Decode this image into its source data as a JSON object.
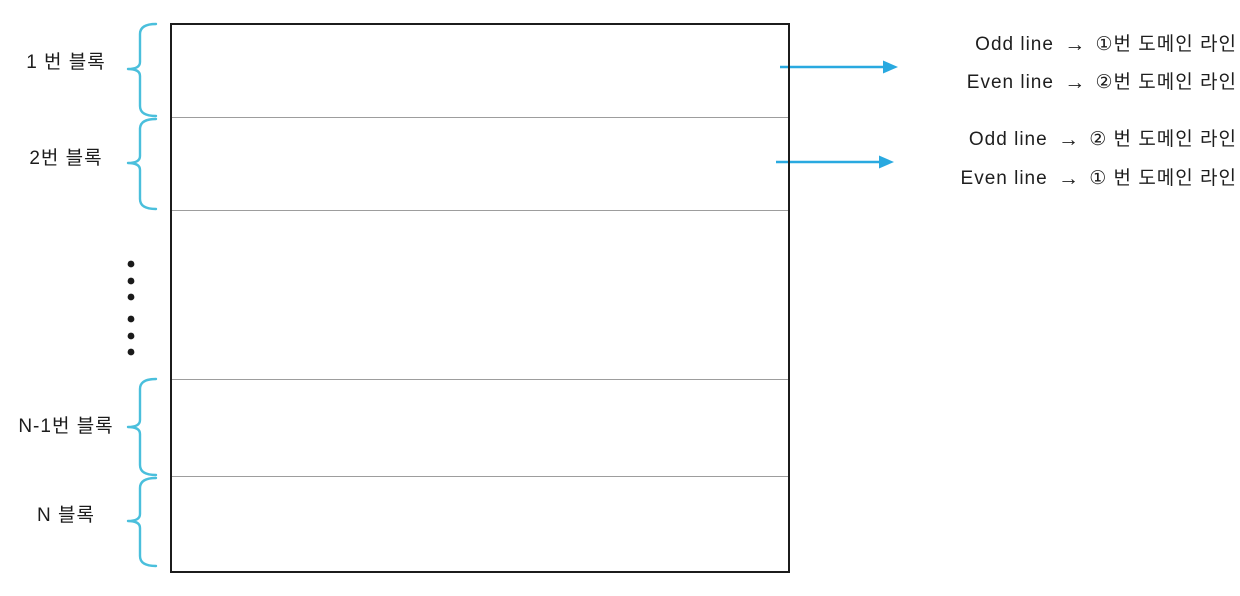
{
  "colors": {
    "brace": "#4abfdc",
    "arrow": "#29a9e0",
    "ink": "#1a1a1a",
    "divider_gray": "#9d9d9d"
  },
  "blocks": {
    "labels": [
      "1 번 블록",
      "2번 블록",
      "N-1번 블록",
      "N 블록"
    ],
    "ellipsis_dot_count": 6
  },
  "annotations": [
    {
      "lines": [
        {
          "prefix": "Odd line",
          "arrow": "→",
          "text": "①번 도메인 라인"
        },
        {
          "prefix": "Even line",
          "arrow": "→",
          "text": "②번 도메인 라인"
        }
      ]
    },
    {
      "lines": [
        {
          "prefix": "Odd line",
          "arrow": "→",
          "text": "② 번 도메인 라인"
        },
        {
          "prefix": "Even line",
          "arrow": "→",
          "text": "① 번 도메인 라인"
        }
      ]
    }
  ]
}
